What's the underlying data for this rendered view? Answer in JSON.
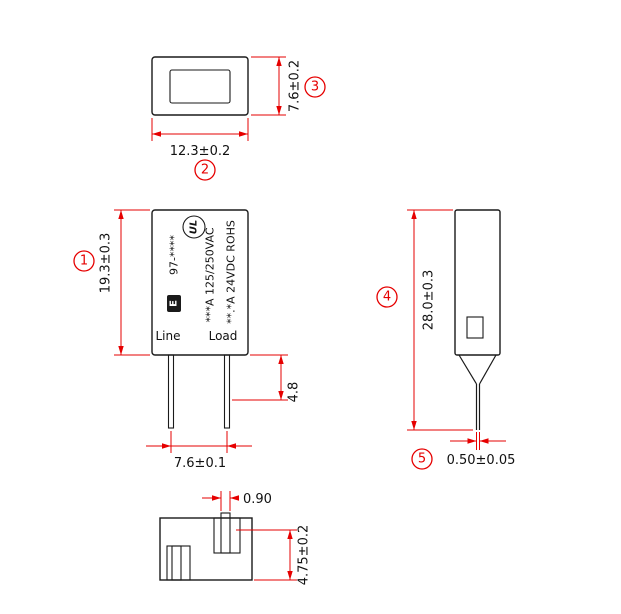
{
  "drawing": {
    "callouts": {
      "c1": "1",
      "c2": "2",
      "c3": "3",
      "c4": "4",
      "c5": "5"
    },
    "dims": {
      "body_height": "19.3±0.3",
      "body_width": "12.3±0.2",
      "body_depth": "7.6±0.2",
      "overall_height": "28.0±0.3",
      "pin_thickness": "0.50±0.05",
      "pin_shoulder": "4.8",
      "pin_pitch": "7.6±0.1",
      "pin_width": "0.90",
      "pin_offset": "4.75±0.2"
    },
    "front_view": {
      "logo_letter": "E",
      "ul_mark": "UL",
      "part_number": "97-****",
      "rating_ac": "***A 125/250VAC",
      "rating_dc": "**.*A 24VDC ROHS",
      "line_label": "Line",
      "load_label": "Load"
    },
    "colors": {
      "dimension": "#e60000",
      "outline": "#1a1a1a"
    }
  }
}
